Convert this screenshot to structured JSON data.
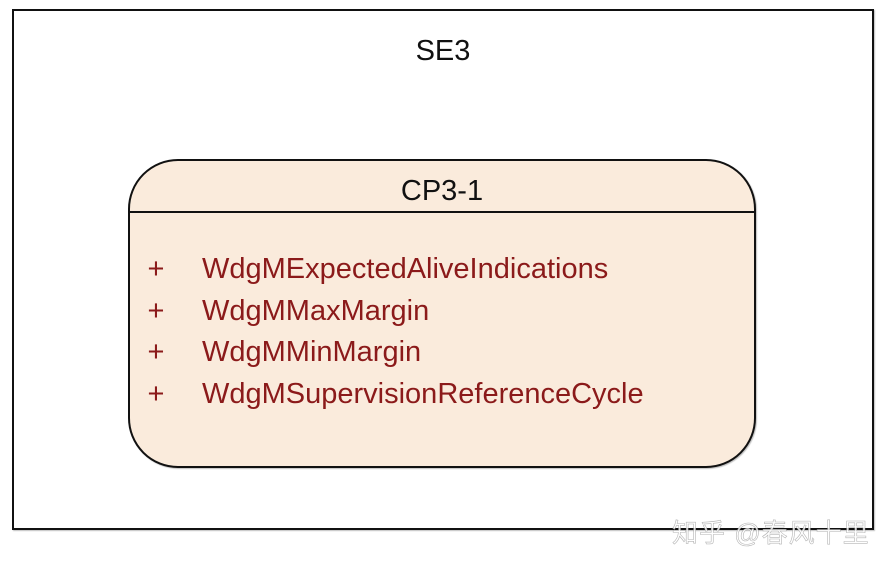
{
  "diagram": {
    "outer": {
      "title": "SE3"
    },
    "state": {
      "title": "CP3-1",
      "attributes": [
        {
          "visibility": "+",
          "name": "WdgMExpectedAliveIndications"
        },
        {
          "visibility": "+",
          "name": "WdgMMaxMargin"
        },
        {
          "visibility": "+",
          "name": "WdgMMinMargin"
        },
        {
          "visibility": "+",
          "name": "WdgMSupervisionReferenceCycle"
        }
      ]
    }
  },
  "watermark": "知乎 @春风十里",
  "colors": {
    "border": "#111111",
    "state_fill": "#faebdc",
    "attribute_text": "#8b1a1a",
    "title_text": "#111111"
  }
}
